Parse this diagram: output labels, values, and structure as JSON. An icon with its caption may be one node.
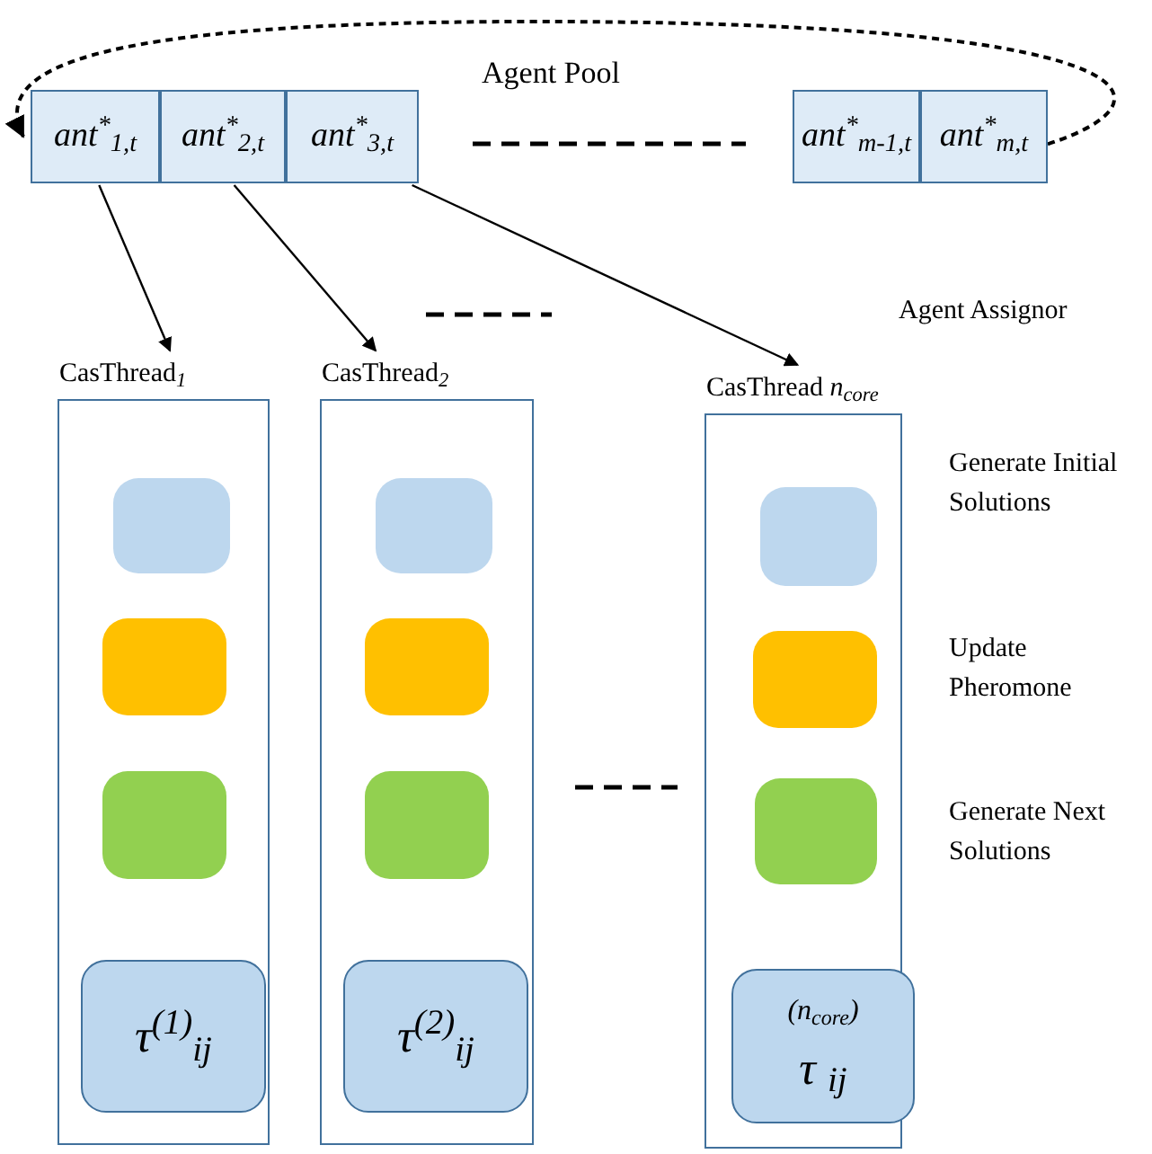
{
  "diagram": {
    "nodes": [
      {
        "text": [
          "ant$^{*}$$_{1,t}$"
        ]
      },
      {
        "text": [
          "ant$^{*}$$_{2,t}$"
        ]
      },
      {
        "text": [
          "ant$^{*}$$_{3,t}$"
        ]
      },
      {
        "text": [
          "ant$^{*}$$_{m-1,t}$"
        ]
      },
      {
        "text": [
          "ant$^{*}$$_{m,t}$"
        ]
      },
      {
        "text": [
          "CasThread$_{1}$"
        ]
      },
      {
        "text": [],
        "shape": "box",
        "in": 5
      },
      {
        "text": [],
        "shape": "box",
        "in": 5
      },
      {
        "text": [],
        "shape": "box",
        "in": 5
      },
      {
        "text": [
          "τ$^{(1)}$$_{ij}$"
        ],
        "in": 5
      },
      {
        "text": [
          "CasThread$_{2}$"
        ]
      },
      {
        "text": [],
        "shape": "box",
        "in": 10
      },
      {
        "text": [],
        "shape": "box",
        "in": 10
      },
      {
        "text": [],
        "shape": "box",
        "in": 10
      },
      {
        "text": [
          "τ$^{(2)}$$_{ij}$"
        ],
        "in": 10
      },
      {
        "text": [
          "CasThread *n*$_{core}$"
        ]
      },
      {
        "text": [],
        "shape": "box",
        "in": 15
      },
      {
        "text": [],
        "shape": "box",
        "in": 15
      },
      {
        "text": [],
        "shape": "box",
        "in": 15
      },
      {
        "text": [
          "(*n*$_{core}$)",
          "τ $_{ij}$"
        ],
        "in": 15
      }
    ],
    "edges": [
      {
        "from": 4,
        "to": 0,
        "arrow": "to",
        "style": "dashed"
      },
      {
        "from": 0,
        "to": 5,
        "arrow": "to"
      },
      {
        "from": 1,
        "to": 10,
        "arrow": "to"
      },
      {
        "from": 2,
        "to": 15,
        "arrow": "to"
      }
    ],
    "labels": [
      "Agent Pool",
      "Agent Assignor",
      "Generate Initial Solutions",
      "Update Pheromone",
      "Generate Next Solutions"
    ]
  }
}
